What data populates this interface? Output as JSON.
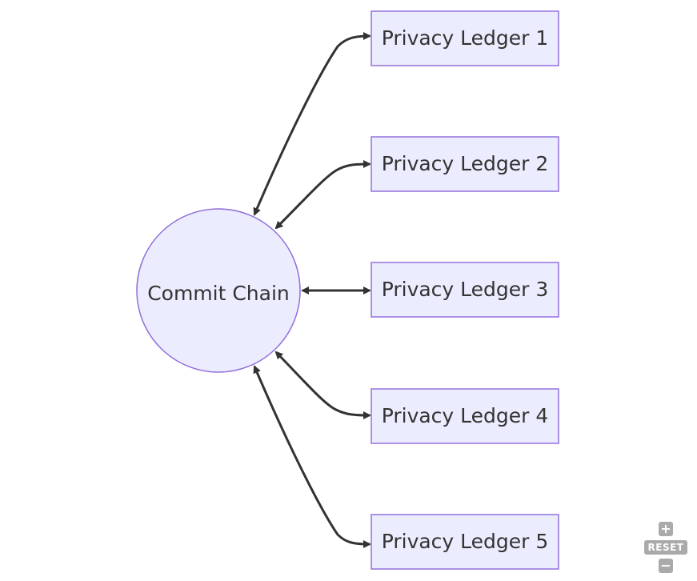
{
  "diagram": {
    "center": {
      "label": "Commit Chain"
    },
    "ledgers": [
      {
        "label": "Privacy Ledger 1"
      },
      {
        "label": "Privacy Ledger 2"
      },
      {
        "label": "Privacy Ledger 3"
      },
      {
        "label": "Privacy Ledger 4"
      },
      {
        "label": "Privacy Ledger 5"
      }
    ],
    "edges": [
      {
        "from": "Commit Chain",
        "to": "Privacy Ledger 1",
        "direction": "bidirectional"
      },
      {
        "from": "Commit Chain",
        "to": "Privacy Ledger 2",
        "direction": "bidirectional"
      },
      {
        "from": "Commit Chain",
        "to": "Privacy Ledger 3",
        "direction": "bidirectional"
      },
      {
        "from": "Commit Chain",
        "to": "Privacy Ledger 4",
        "direction": "bidirectional"
      },
      {
        "from": "Commit Chain",
        "to": "Privacy Ledger 5",
        "direction": "bidirectional"
      }
    ],
    "colors": {
      "node_fill": "#ECECFF",
      "node_stroke": "#9370DB",
      "edge": "#333333",
      "text": "#333333"
    }
  },
  "controls": {
    "zoom_in_icon": "plus-icon",
    "reset_label": "RESET",
    "zoom_out_icon": "minus-icon"
  }
}
